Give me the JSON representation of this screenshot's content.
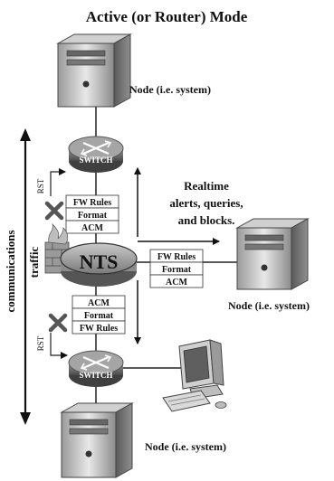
{
  "title": "Active (or Router) Mode",
  "nodes": {
    "top": "Node (i.e. system)",
    "right": "Node (i.e. system)",
    "bottom": "Node (i.e. system)"
  },
  "switch_label": "SWITCH",
  "rst_label": "RST",
  "nts_label": "NTS",
  "realtime_lines": [
    "Realtime",
    "alerts, queries,",
    "and blocks."
  ],
  "axis_label_lines": [
    "communications",
    "traffic"
  ],
  "rule_stack_upper": [
    "FW Rules",
    "Format",
    "ACM"
  ],
  "rule_stack_right": [
    "FW Rules",
    "Format",
    "ACM"
  ],
  "rule_stack_lower": [
    "ACM",
    "Format",
    "FW Rules"
  ]
}
